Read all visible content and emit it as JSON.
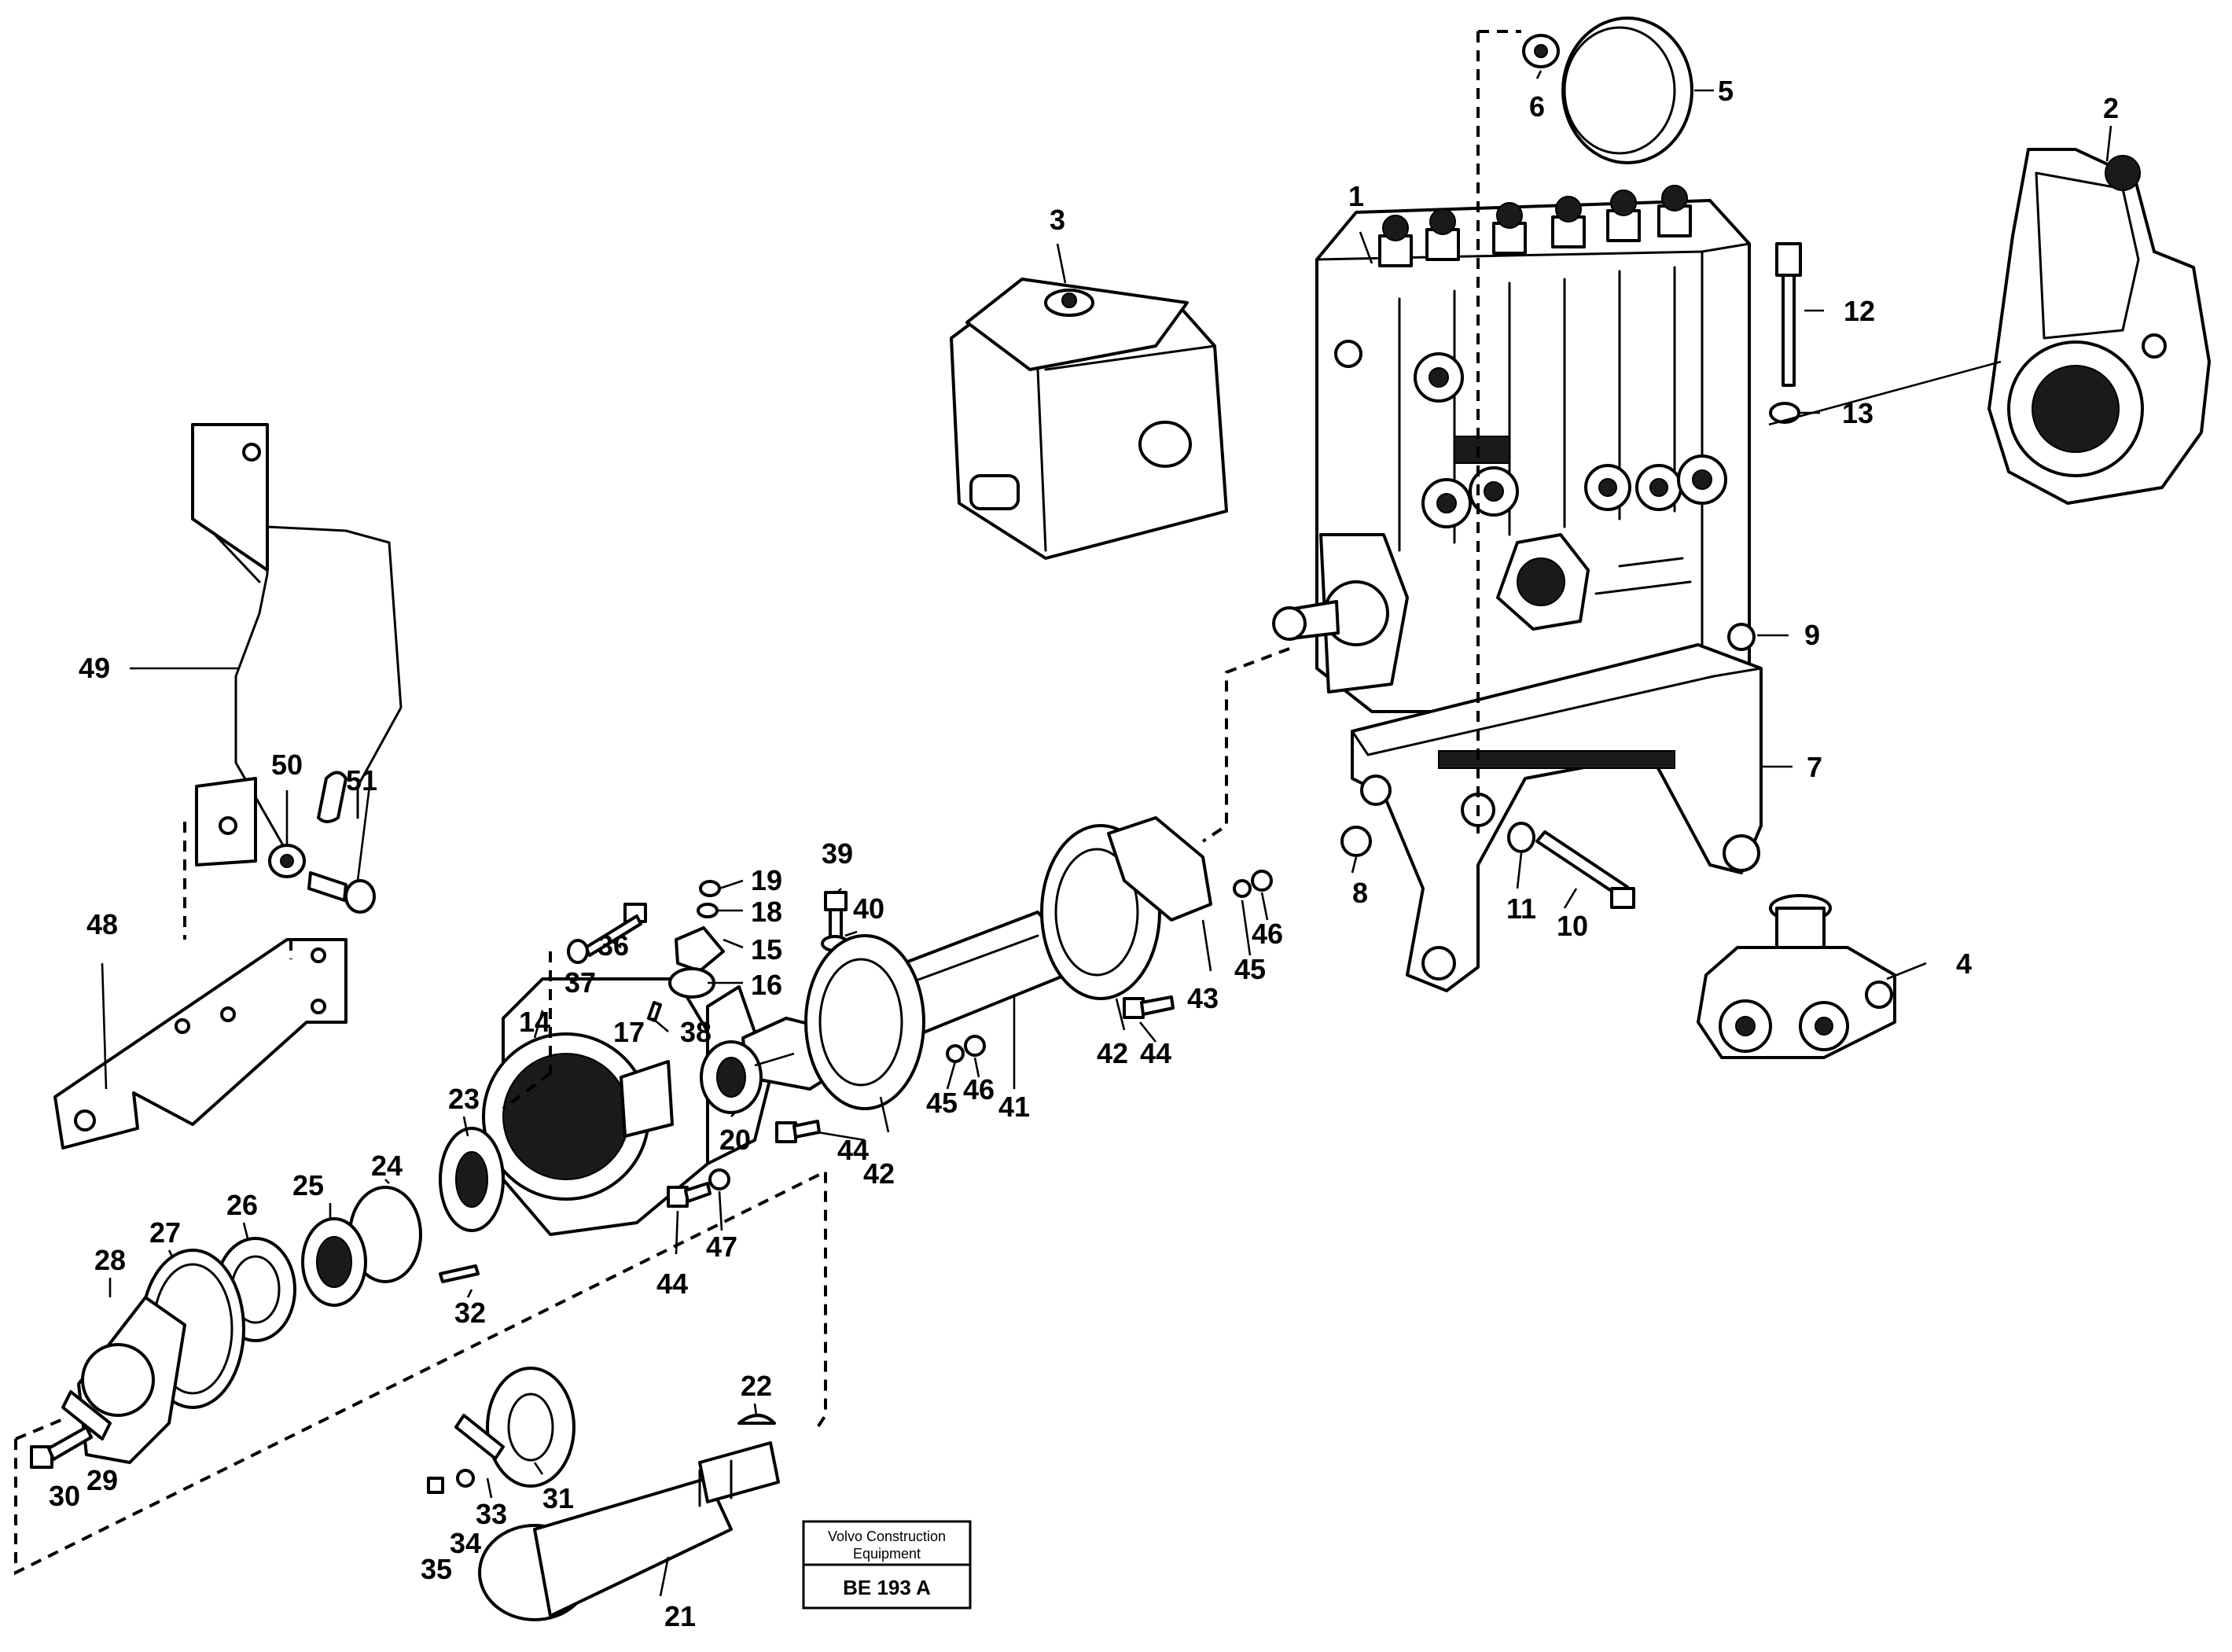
{
  "diagram": {
    "title_block": {
      "line1": "Volvo Construction",
      "line2": "Equipment",
      "code": "BE 193 A"
    },
    "callouts": [
      "1",
      "2",
      "3",
      "4",
      "5",
      "6",
      "7",
      "8",
      "9",
      "10",
      "11",
      "12",
      "13",
      "14",
      "15",
      "16",
      "17",
      "18",
      "19",
      "20",
      "21",
      "22",
      "23",
      "24",
      "25",
      "26",
      "27",
      "28",
      "29",
      "30",
      "31",
      "32",
      "33",
      "34",
      "35",
      "36",
      "37",
      "38",
      "39",
      "40",
      "41",
      "42",
      "42",
      "43",
      "44",
      "44",
      "44",
      "45",
      "45",
      "46",
      "46",
      "47",
      "48",
      "49",
      "50",
      "51"
    ]
  }
}
